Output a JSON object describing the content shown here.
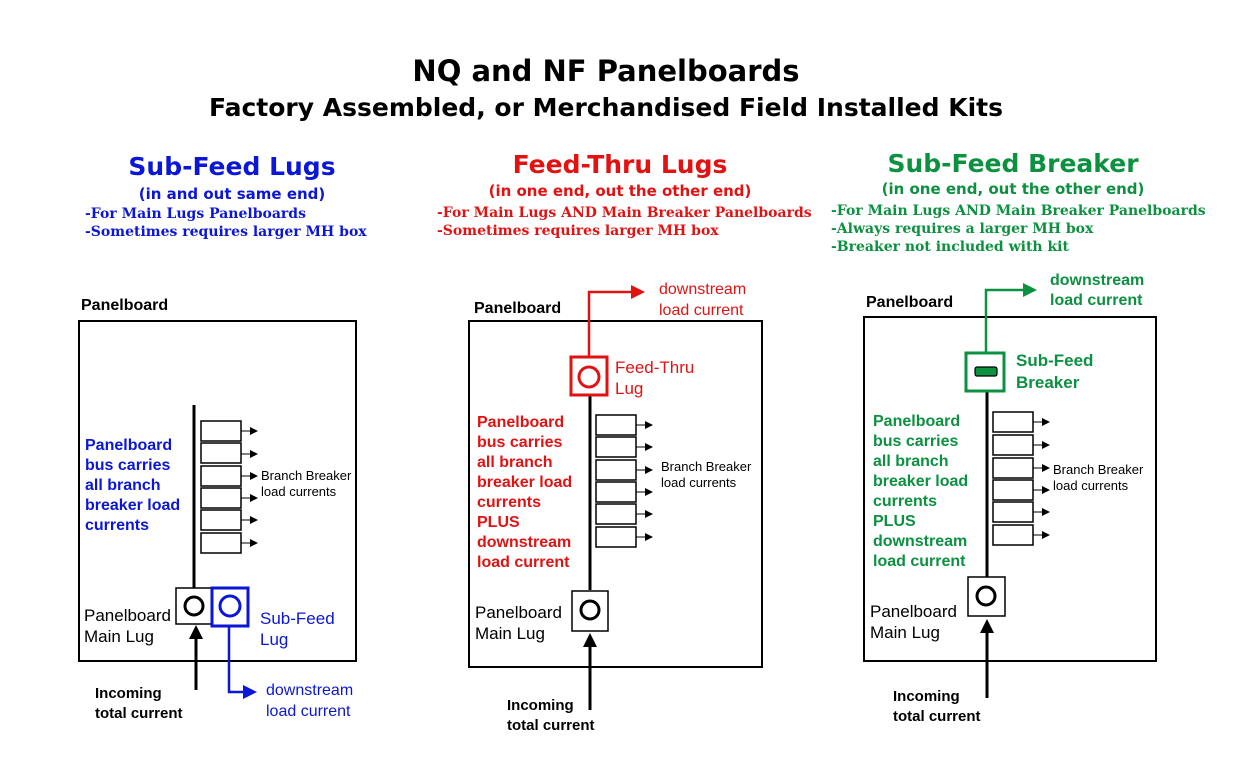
{
  "title": "NQ and NF Panelboards",
  "subtitle": "Factory Assembled, or Merchandised Field Installed Kits",
  "colors": {
    "blue": "#0b16d6",
    "red": "#e31212",
    "green": "#0c9140",
    "black": "#000000"
  },
  "sections": {
    "subfeed_lugs": {
      "title": "Sub-Feed Lugs",
      "subtitle": "(in and out same end)",
      "notes": [
        "-For Main Lugs Panelboards",
        "-Sometimes requires larger MH box"
      ],
      "panel_label": "Panelboard",
      "bus_text": [
        "Panelboard",
        "bus carries",
        "all branch",
        "breaker load",
        "currents"
      ],
      "branch_label": [
        "Branch Breaker",
        "load currents"
      ],
      "main_lug_label": [
        "Panelboard",
        "Main Lug"
      ],
      "device_label": [
        "Sub-Feed",
        "Lug"
      ],
      "incoming_label": [
        "Incoming",
        "total current"
      ],
      "downstream_label": [
        "downstream",
        "load current"
      ]
    },
    "feedthru_lugs": {
      "title": "Feed-Thru Lugs",
      "subtitle": "(in one end, out the other end)",
      "notes": [
        "-For Main Lugs AND Main Breaker Panelboards",
        "-Sometimes requires larger MH box"
      ],
      "panel_label": "Panelboard",
      "bus_text": [
        "Panelboard",
        "bus carries",
        "all branch",
        "breaker load",
        "currents",
        "PLUS",
        "downstream",
        "load current"
      ],
      "branch_label": [
        "Branch Breaker",
        "load currents"
      ],
      "main_lug_label": [
        "Panelboard",
        "Main Lug"
      ],
      "device_label": [
        "Feed-Thru",
        "Lug"
      ],
      "incoming_label": [
        "Incoming",
        "total current"
      ],
      "downstream_label": [
        "downstream",
        "load current"
      ]
    },
    "subfeed_breaker": {
      "title": "Sub-Feed Breaker",
      "subtitle": "(in one end, out the other end)",
      "notes": [
        "-For Main Lugs AND Main Breaker Panelboards",
        "-Always requires a larger MH box",
        "-Breaker not included with kit"
      ],
      "panel_label": "Panelboard",
      "bus_text": [
        "Panelboard",
        "bus carries",
        "all branch",
        "breaker load",
        "currents",
        "PLUS",
        "downstream",
        "load current"
      ],
      "branch_label": [
        "Branch Breaker",
        "load currents"
      ],
      "main_lug_label": [
        "Panelboard",
        "Main Lug"
      ],
      "device_label": [
        "Sub-Feed",
        "Breaker"
      ],
      "incoming_label": [
        "Incoming",
        "total current"
      ],
      "downstream_label": [
        "downstream",
        "load current"
      ]
    }
  }
}
